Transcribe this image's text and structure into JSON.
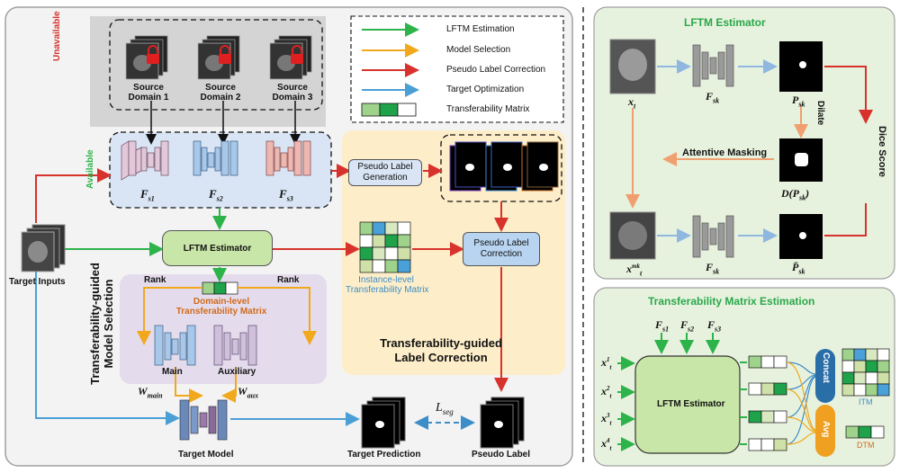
{
  "legend": {
    "items": [
      {
        "label": "LFTM Estimation",
        "color": "#2db34a"
      },
      {
        "label": "Model Selection",
        "color": "#f2a81d"
      },
      {
        "label": "Pseudo Label Correction",
        "color": "#d7322b"
      },
      {
        "label": "Target Optimization",
        "color": "#4b9fd5"
      },
      {
        "label": "Transferability Matrix",
        "color": "#2db34a"
      }
    ]
  },
  "main": {
    "unavailable": "Unavailable",
    "available": "Available",
    "source_domains": [
      "Source Domain 1",
      "Source Domain 2",
      "Source Domain 3"
    ],
    "models": [
      "F",
      "F",
      "F"
    ],
    "model_subs": [
      "s1",
      "s2",
      "s3"
    ],
    "target_inputs": "Target Inputs",
    "lftm_estimator": "LFTM Estimator",
    "pseudo_label_generation": "Pseudo Label Generation",
    "pseudo_label_correction": "Pseudo Label Correction",
    "instance_itm_line1": "Instance-level",
    "instance_itm_line2": "Transferability Matrix",
    "domain_dtm_line1": "Domain-level",
    "domain_dtm_line2": "Transferability Matrix",
    "rank_left": "Rank",
    "rank_right": "Rank",
    "main_label": "Main",
    "aux_label": "Auxiliary",
    "w_main": "W",
    "w_main_sub": "main",
    "w_aux": "W",
    "w_aux_sub": "aux",
    "target_model": "Target Model",
    "target_prediction": "Target Prediction",
    "pseudo_label": "Pseudo Label",
    "l_seg": "L",
    "l_seg_sub": "seg",
    "tgms_line1": "Transferability-guided",
    "tgms_line2": "Model Selection",
    "tglc_line1": "Transferability-guided",
    "tglc_line2": "Label Correction"
  },
  "lftm_panel": {
    "title": "LFTM Estimator",
    "xt": "x",
    "xt_sub": "t",
    "fsk": "F",
    "fsk_sub": "sk",
    "psk": "P",
    "psk_sub": "sk",
    "dilate": "Dilate",
    "dice_score": "Dice Score",
    "attentive_masking": "Attentive Masking",
    "dpsk": "D(P",
    "dpsk_sub": "sk",
    "dpsk_close": ")",
    "xtm": "x",
    "xtm_sup": "mk",
    "xtm_sub": "t",
    "fsk2": "F",
    "fsk2_sub": "sk",
    "pbar": "P̄",
    "pbar_sub": "sk"
  },
  "tme_panel": {
    "title": "Transferability Matrix Estimation",
    "inputs": [
      "F",
      "F",
      "F"
    ],
    "input_subs": [
      "s1",
      "s2",
      "s3"
    ],
    "xs": [
      "x",
      "x",
      "x",
      "x"
    ],
    "x_sups": [
      "1",
      "2",
      "3",
      "4"
    ],
    "x_sub": "t",
    "estimator": "LFTM Estimator",
    "concat": "Concat",
    "avg": "Avg",
    "itm": "ITM",
    "dtm": "DTM"
  },
  "colors": {
    "green": "#2db34a",
    "orange": "#f2a81d",
    "red": "#d7322b",
    "blue": "#4b9fd5"
  }
}
